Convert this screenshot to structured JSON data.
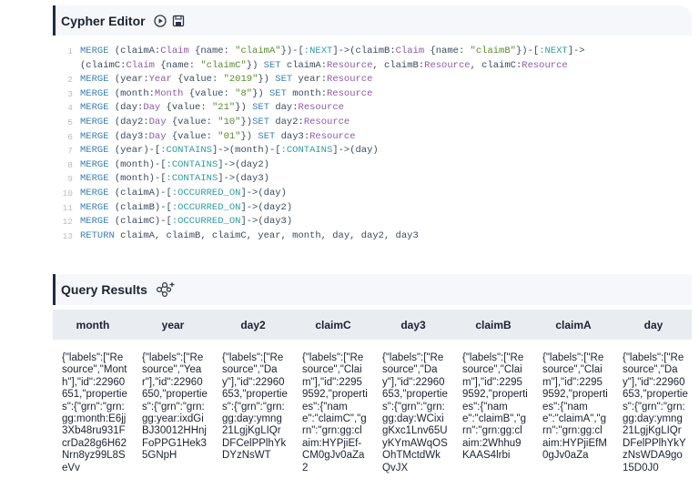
{
  "editor": {
    "title": "Cypher Editor",
    "lines": [
      {
        "n": "1",
        "segs": [
          [
            "kw",
            "MERGE "
          ],
          [
            "txt",
            "(claimA:"
          ],
          [
            "lbl",
            "Claim "
          ],
          [
            "txt",
            "{name: "
          ],
          [
            "str",
            "\"claimA\""
          ],
          [
            "txt",
            "})-["
          ],
          [
            "rel",
            ":NEXT"
          ],
          [
            "txt",
            "]->(claimB:"
          ],
          [
            "lbl",
            "Claim "
          ],
          [
            "txt",
            "{name: "
          ],
          [
            "str",
            "\"claimB\""
          ],
          [
            "txt",
            "})-["
          ],
          [
            "rel",
            ":NEXT"
          ],
          [
            "txt",
            "]->"
          ]
        ]
      },
      {
        "n": "",
        "segs": [
          [
            "txt",
            "(claimC:"
          ],
          [
            "lbl",
            "Claim "
          ],
          [
            "txt",
            "{name: "
          ],
          [
            "str",
            "\"claimC\""
          ],
          [
            "txt",
            "}) "
          ],
          [
            "kw",
            "SET "
          ],
          [
            "txt",
            "claimA:"
          ],
          [
            "lbl",
            "Resource"
          ],
          [
            "txt",
            ", claimB:"
          ],
          [
            "lbl",
            "Resource"
          ],
          [
            "txt",
            ", claimC:"
          ],
          [
            "lbl",
            "Resource"
          ]
        ]
      },
      {
        "n": "2",
        "segs": [
          [
            "kw",
            "MERGE "
          ],
          [
            "txt",
            "(year:"
          ],
          [
            "lbl",
            "Year "
          ],
          [
            "txt",
            "{value: "
          ],
          [
            "str",
            "\"2019\""
          ],
          [
            "txt",
            "}) "
          ],
          [
            "kw",
            "SET "
          ],
          [
            "txt",
            "year:"
          ],
          [
            "lbl",
            "Resource"
          ]
        ]
      },
      {
        "n": "3",
        "segs": [
          [
            "kw",
            "MERGE "
          ],
          [
            "txt",
            "(month:"
          ],
          [
            "lbl",
            "Month "
          ],
          [
            "txt",
            "{value: "
          ],
          [
            "str",
            "\"8\""
          ],
          [
            "txt",
            "}) "
          ],
          [
            "kw",
            "SET "
          ],
          [
            "txt",
            "month:"
          ],
          [
            "lbl",
            "Resource"
          ]
        ]
      },
      {
        "n": "4",
        "segs": [
          [
            "kw",
            "MERGE "
          ],
          [
            "txt",
            "(day:"
          ],
          [
            "lbl",
            "Day "
          ],
          [
            "txt",
            "{value: "
          ],
          [
            "str",
            "\"21\""
          ],
          [
            "txt",
            "}) "
          ],
          [
            "kw",
            "SET "
          ],
          [
            "txt",
            "day:"
          ],
          [
            "lbl",
            "Resource"
          ]
        ]
      },
      {
        "n": "5",
        "segs": [
          [
            "kw",
            "MERGE "
          ],
          [
            "txt",
            "(day2:"
          ],
          [
            "lbl",
            "Day "
          ],
          [
            "txt",
            "{value: "
          ],
          [
            "str",
            "\"10\""
          ],
          [
            "txt",
            "})"
          ],
          [
            "kw",
            "SET "
          ],
          [
            "txt",
            "day2:"
          ],
          [
            "lbl",
            "Resource"
          ]
        ]
      },
      {
        "n": "6",
        "segs": [
          [
            "kw",
            "MERGE "
          ],
          [
            "txt",
            "(day3:"
          ],
          [
            "lbl",
            "Day "
          ],
          [
            "txt",
            "{value: "
          ],
          [
            "str",
            "\"01\""
          ],
          [
            "txt",
            "}) "
          ],
          [
            "kw",
            "SET "
          ],
          [
            "txt",
            "day3:"
          ],
          [
            "lbl",
            "Resource"
          ]
        ]
      },
      {
        "n": "7",
        "segs": [
          [
            "kw",
            "MERGE "
          ],
          [
            "txt",
            "(year)-["
          ],
          [
            "rel",
            ":CONTAINS"
          ],
          [
            "txt",
            "]->(month)-["
          ],
          [
            "rel",
            ":CONTAINS"
          ],
          [
            "txt",
            "]->(day)"
          ]
        ]
      },
      {
        "n": "8",
        "segs": [
          [
            "kw",
            "MERGE "
          ],
          [
            "txt",
            "(month)-["
          ],
          [
            "rel",
            ":CONTAINS"
          ],
          [
            "txt",
            "]->(day2)"
          ]
        ]
      },
      {
        "n": "9",
        "segs": [
          [
            "kw",
            "MERGE "
          ],
          [
            "txt",
            "(month)-["
          ],
          [
            "rel",
            ":CONTAINS"
          ],
          [
            "txt",
            "]->(day3)"
          ]
        ]
      },
      {
        "n": "10",
        "segs": [
          [
            "kw",
            "MERGE "
          ],
          [
            "txt",
            "(claimA)-["
          ],
          [
            "rel",
            ":OCCURRED_ON"
          ],
          [
            "txt",
            "]->(day)"
          ]
        ]
      },
      {
        "n": "11",
        "segs": [
          [
            "kw",
            "MERGE "
          ],
          [
            "txt",
            "(claimB)-["
          ],
          [
            "rel",
            ":OCCURRED_ON"
          ],
          [
            "txt",
            "]->(day2)"
          ]
        ]
      },
      {
        "n": "12",
        "segs": [
          [
            "kw",
            "MERGE "
          ],
          [
            "txt",
            "(claimC)-["
          ],
          [
            "rel",
            ":OCCURRED_ON"
          ],
          [
            "txt",
            "]->(day3)"
          ]
        ]
      },
      {
        "n": "13",
        "segs": [
          [
            "kw",
            "RETURN "
          ],
          [
            "txt",
            "claimA, claimB, claimC, year, month, day, day2, day3"
          ]
        ]
      }
    ]
  },
  "results": {
    "title": "Query Results",
    "columns": [
      "month",
      "year",
      "day2",
      "claimC",
      "day3",
      "claimB",
      "claimA",
      "day"
    ],
    "cells": [
      "{\"labels\":[\"Resource\",\"Month\"],\"id\":22960651,\"properties\":{\"grn\":\"grn:gg:month:E6jj3Xb48ru931FcrDa28g6H62Nrn8yz99L8SeVv",
      "{\"labels\":[\"Resource\",\"Year\"],\"id\":22960650,\"properties\":{\"grn\":\"grn:gg:year:ixdGiBJ30012HHnjFoPPG1Hek35GNpH",
      "{\"labels\":[\"Resource\",\"Day\"],\"id\":22960653,\"properties\":{\"grn\":\"grn:gg:day:ymng21LgjKgLIQrDFCelPPlhYkDYzNsWT",
      "{\"labels\":[\"Resource\",\"Claim\"],\"id\":22959592,\"properties\":{\"name\":\"claimC\",\"grn\":\"grn:gg:claim:HYPjiEf-CM0gJv0aZa2",
      "{\"labels\":[\"Resource\",\"Day\"],\"id\":22960653,\"properties\":{\"grn\":\"grn:gg:day:WCixigKxc1Lnv65UyKYmAWqOSOhTMctdWkQvJX",
      "{\"labels\":[\"Resource\",\"Claim\"],\"id\":22959592,\"properties\":{\"name\":\"claimB\",\"grn\":\"grn:gg:claim:2Whhu9KAAS4lrbi",
      "{\"labels\":[\"Resource\",\"Claim\"],\"id\":22959592,\"properties\":{\"name\":\"claimA\",\"grn\":\"grn:gg:claim:HYPjiEfM0gJv0aZa",
      "{\"labels\":[\"Resource\",\"Day\"],\"id\":22960653,\"properties\":{\"grn\":\"grn:gg:day:ymng21LgjKgLIQrDFelPPlhYkYzNsWDA9go15D0J0"
    ]
  },
  "icons": {
    "run": "play-circle-icon",
    "save": "floppy-disk-icon",
    "graph": "graph-nodes-icon"
  }
}
